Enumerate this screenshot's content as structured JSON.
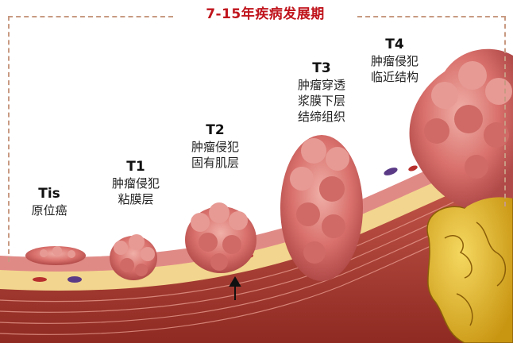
{
  "title": "7-15年疾病发展期",
  "stages": [
    {
      "code": "Tis",
      "desc": "原位癌"
    },
    {
      "code": "T1",
      "desc": "肿瘤侵犯\n粘膜层"
    },
    {
      "code": "T2",
      "desc": "肿瘤侵犯\n固有肌层"
    },
    {
      "code": "T3",
      "desc": "肿瘤穿透\n浆膜下层\n结缔组织"
    },
    {
      "code": "T4",
      "desc": "肿瘤侵犯\n临近结构"
    }
  ],
  "colors": {
    "title": "#c0141c",
    "frame": "#c89a82",
    "mucosa": "#e08a86",
    "submucosa": "#f2d58e",
    "muscle": "#b8483e",
    "tumor": "#d9706c",
    "fat": "#e2b820"
  }
}
